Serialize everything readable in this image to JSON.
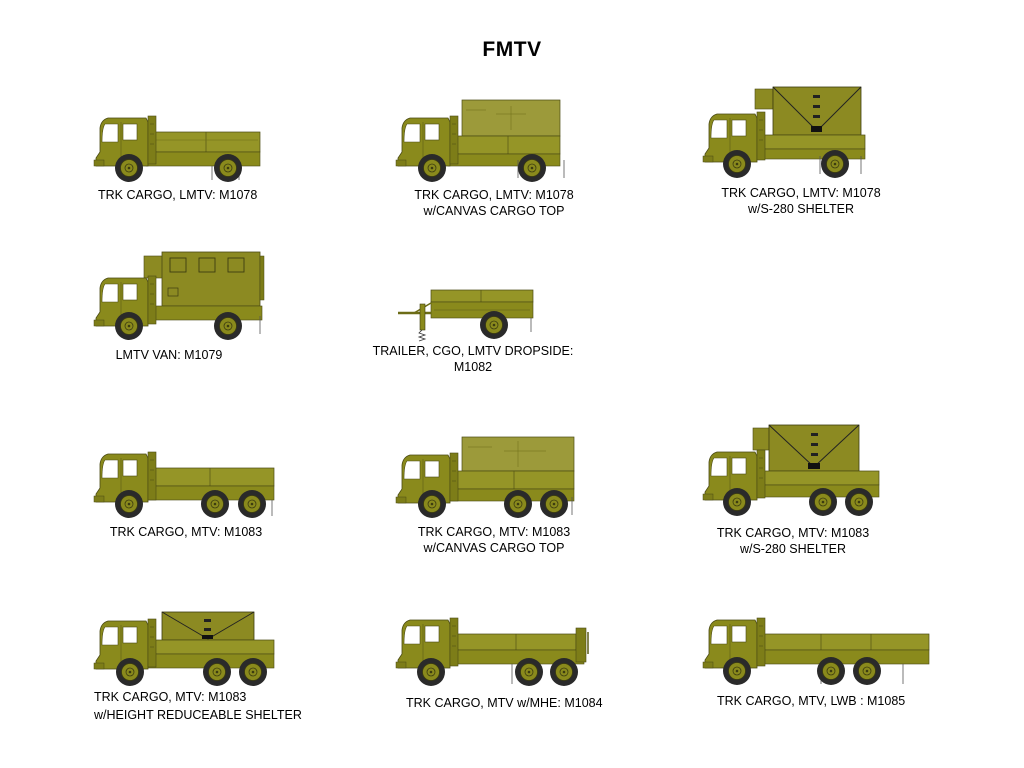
{
  "page": {
    "title": "FMTV",
    "colors": {
      "body_olive": "#8a8a1c",
      "body_light": "#a3a332",
      "canvas": "#9c9a3a",
      "shelter": "#8c8a22",
      "tire": "#2a2a2a",
      "hub": "#8a8a1c",
      "outline": "#3c3c10"
    }
  },
  "vehicles": [
    {
      "type": "2-axle-cargo",
      "line1": "TRK  CARGO, LMTV:  M1078",
      "line2": ""
    },
    {
      "type": "2-axle-canvas",
      "line1": "TRK  CARGO, LMTV:  M1078",
      "line2": "w/CANVAS CARGO TOP"
    },
    {
      "type": "2-axle-shelter",
      "line1": "TRK  CARGO, LMTV:  M1078",
      "line2": "w/S-280 SHELTER"
    },
    {
      "type": "2-axle-van",
      "line1": "LMTV VAN: M1079",
      "line2": ""
    },
    {
      "type": "trailer",
      "line1": "TRAILER, CGO, LMTV DROPSIDE:",
      "line2": "M1082"
    },
    {
      "type": "3-axle-cargo",
      "line1": "TRK CARGO, MTV:  M1083",
      "line2": ""
    },
    {
      "type": "3-axle-canvas",
      "line1": "TRK CARGO, MTV: M1083",
      "line2": "w/CANVAS CARGO TOP"
    },
    {
      "type": "3-axle-shelter",
      "line1": "TRK CARGO, MTV: M1083",
      "line2": "w/S-280 SHELTER"
    },
    {
      "type": "3-axle-hrs",
      "line1": "TRK CARGO, MTV: M1083",
      "line2": "w/HEIGHT REDUCEABLE SHELTER"
    },
    {
      "type": "3-axle-mhe",
      "line1": "TRK CARGO, MTV w/MHE:  M1084",
      "line2": ""
    },
    {
      "type": "3-axle-lwb",
      "line1": "TRK CARGO, MTV, LWB :  M1085",
      "line2": ""
    }
  ]
}
